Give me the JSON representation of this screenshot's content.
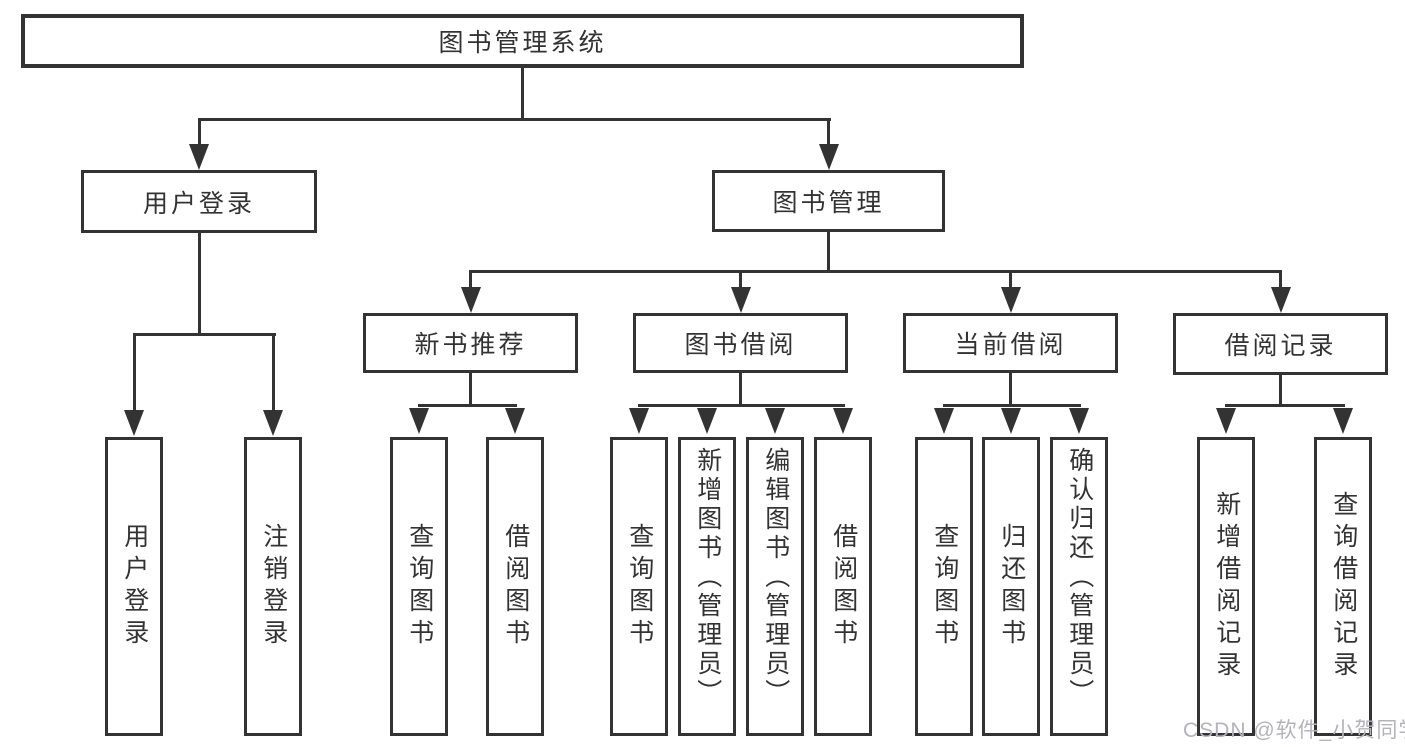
{
  "diagram": {
    "root": {
      "label": "图书管理系统",
      "children": [
        {
          "label": "用户登录",
          "children": [
            {
              "label": "用户登录"
            },
            {
              "label": "注销登录"
            }
          ]
        },
        {
          "label": "图书管理",
          "children": [
            {
              "label": "新书推荐",
              "children": [
                {
                  "label": "查询图书"
                },
                {
                  "label": "借阅图书"
                }
              ]
            },
            {
              "label": "图书借阅",
              "children": [
                {
                  "label": "查询图书"
                },
                {
                  "label": "新增图书（管理员）"
                },
                {
                  "label": "编辑图书（管理员）"
                },
                {
                  "label": "借阅图书"
                }
              ]
            },
            {
              "label": "当前借阅",
              "children": [
                {
                  "label": "查询图书"
                },
                {
                  "label": "归还图书"
                },
                {
                  "label": "确认归还（管理员）"
                }
              ]
            },
            {
              "label": "借阅记录",
              "children": [
                {
                  "label": "新增借阅记录"
                },
                {
                  "label": "查询借阅记录"
                }
              ]
            }
          ]
        }
      ]
    },
    "colors": {
      "line": "#333333",
      "box_border": "#333333",
      "background": "#ffffff",
      "watermark": "#b3b3bd"
    }
  },
  "watermark": {
    "text": "CSDN @软件_小贺同学"
  }
}
